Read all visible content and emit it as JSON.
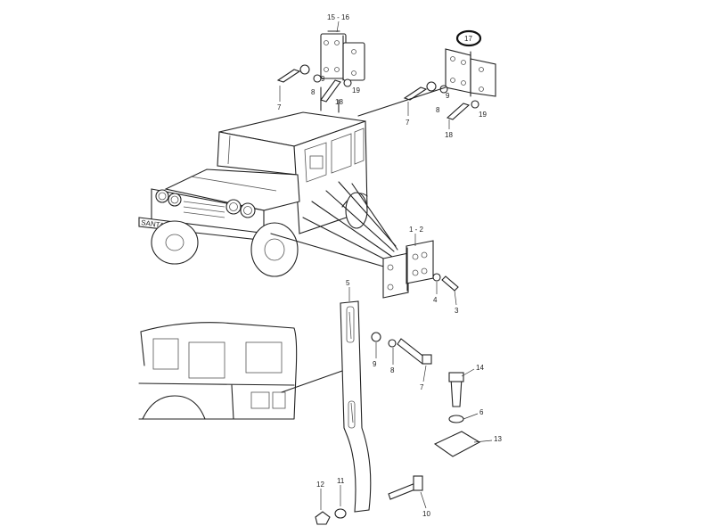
{
  "diagram": {
    "callouts": [
      {
        "key": "c15_16",
        "label": "15 - 16"
      },
      {
        "key": "c17",
        "label": "17"
      },
      {
        "key": "c7a",
        "label": "7"
      },
      {
        "key": "c8a",
        "label": "8"
      },
      {
        "key": "c9a",
        "label": "9"
      },
      {
        "key": "c18a",
        "label": "18"
      },
      {
        "key": "c19a",
        "label": "19"
      },
      {
        "key": "c7b",
        "label": "7"
      },
      {
        "key": "c8b",
        "label": "8"
      },
      {
        "key": "c9b",
        "label": "9"
      },
      {
        "key": "c18b",
        "label": "18"
      },
      {
        "key": "c19b",
        "label": "19"
      },
      {
        "key": "c1_2",
        "label": "1 - 2"
      },
      {
        "key": "c4",
        "label": "4"
      },
      {
        "key": "c3",
        "label": "3"
      },
      {
        "key": "c5",
        "label": "5"
      },
      {
        "key": "c9c",
        "label": "9"
      },
      {
        "key": "c8c",
        "label": "8"
      },
      {
        "key": "c7c",
        "label": "7"
      },
      {
        "key": "c14",
        "label": "14"
      },
      {
        "key": "c6",
        "label": "6"
      },
      {
        "key": "c13",
        "label": "13"
      },
      {
        "key": "c12",
        "label": "12"
      },
      {
        "key": "c11",
        "label": "11"
      },
      {
        "key": "c10",
        "label": "10"
      }
    ],
    "bumper_text": "SANTANA",
    "highlighted_part": "17"
  }
}
